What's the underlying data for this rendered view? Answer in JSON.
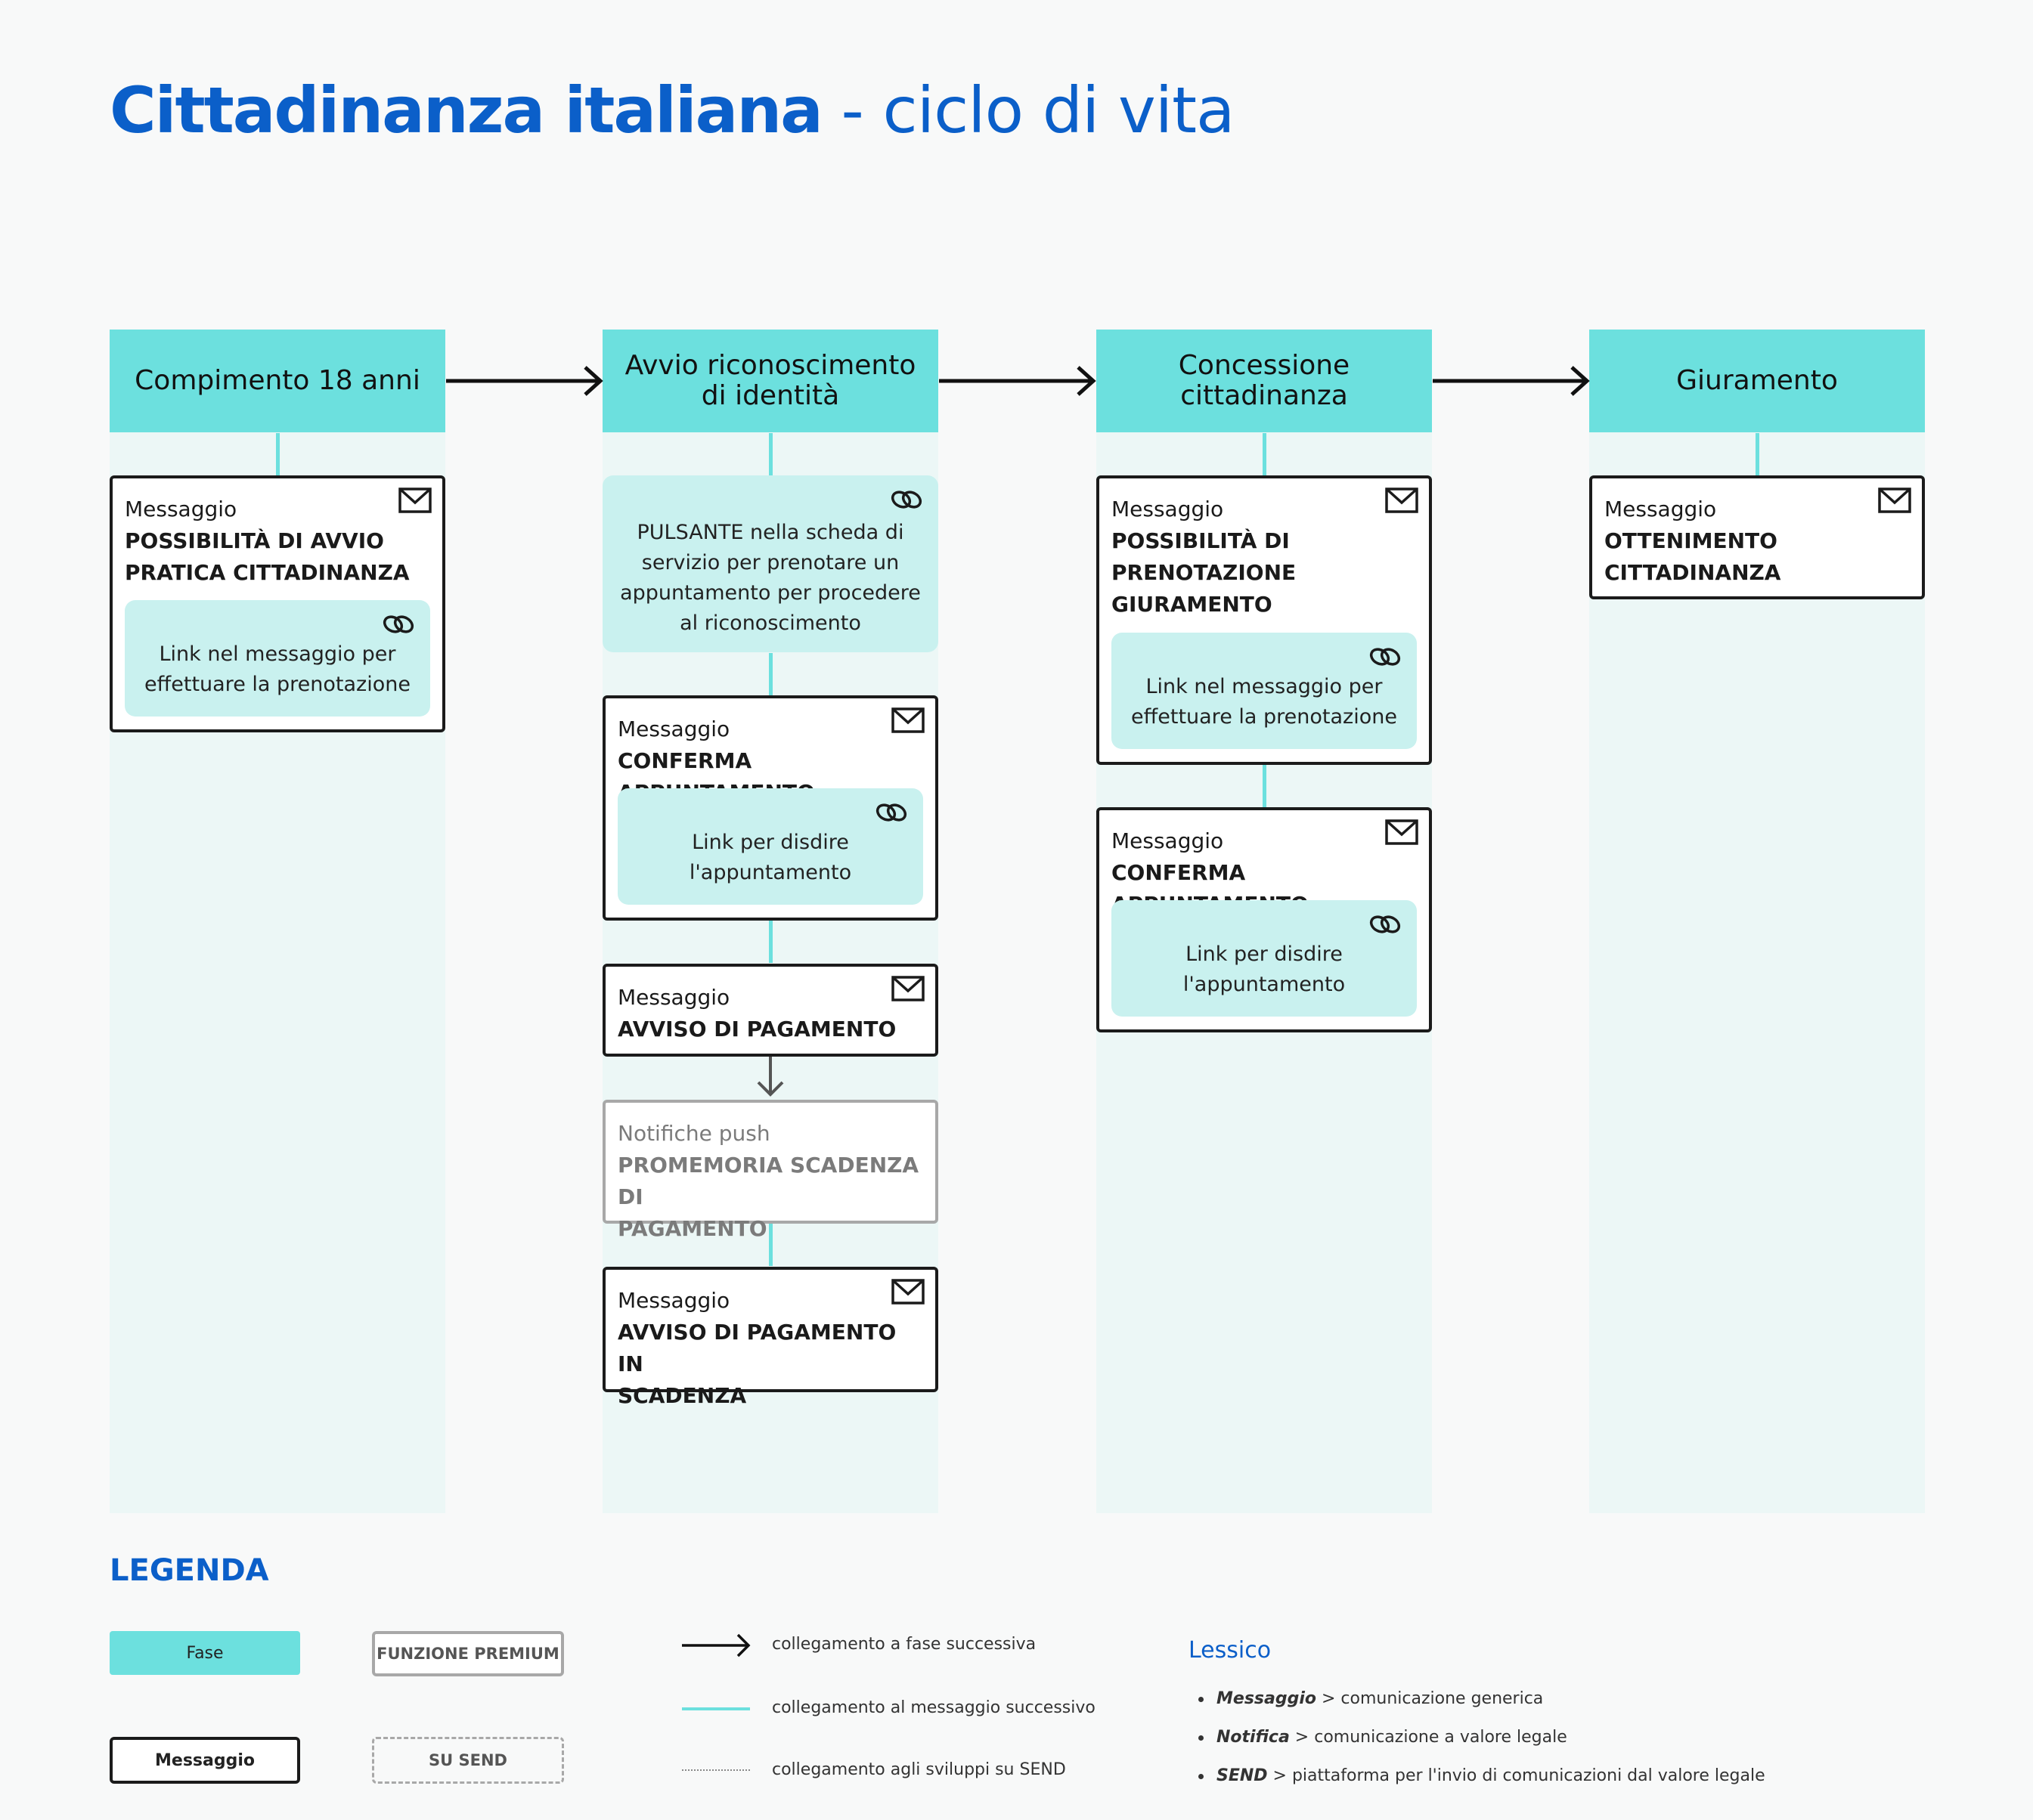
{
  "title": {
    "bold": "Cittadinanza italiana",
    "light": " - ciclo di vita"
  },
  "phases": [
    {
      "label": "Compimento 18 anni"
    },
    {
      "label": "Avvio riconoscimento\ndi identità"
    },
    {
      "label": "Concessione cittadinanza"
    },
    {
      "label": "Giuramento"
    }
  ],
  "col1": {
    "msg1": {
      "type": "Messaggio",
      "name": "POSSIBILITÀ DI AVVIO\nPRATICA CITTADINANZA",
      "link": "Link nel messaggio per\neffettuare la prenotazione"
    }
  },
  "col2": {
    "button_card": "PULSANTE nella scheda di\nservizio per prenotare un\nappuntamento per procedere\nal riconoscimento",
    "msg1": {
      "type": "Messaggio",
      "name": "CONFERMA APPUNTAMENTO",
      "link": "Link per disdire\nl'appuntamento"
    },
    "msg2": {
      "type": "Messaggio",
      "name": "AVVISO DI PAGAMENTO"
    },
    "push": {
      "type": "Notifiche push",
      "name": "PROMEMORIA SCADENZA DI\nPAGAMENTO"
    },
    "msg3": {
      "type": "Messaggio",
      "name": "AVVISO DI PAGAMENTO IN\nSCADENZA"
    }
  },
  "col3": {
    "msg1": {
      "type": "Messaggio",
      "name": "POSSIBILITÀ DI\nPRENOTAZIONE\nGIURAMENTO",
      "link": "Link nel messaggio per\neffettuare la prenotazione"
    },
    "msg2": {
      "type": "Messaggio",
      "name": "CONFERMA APPUNTAMENTO",
      "link": "Link per disdire\nl'appuntamento"
    }
  },
  "col4": {
    "msg1": {
      "type": "Messaggio",
      "name": "OTTENIMENTO\nCITTADINANZA"
    }
  },
  "legend": {
    "title": "LEGENDA",
    "fase": "Fase",
    "messaggio": "Messaggio",
    "premium": "FUNZIONE PREMIUM",
    "send": "SU SEND",
    "arrow_desc": "collegamento a fase successiva",
    "line_desc": "collegamento al messaggio successivo",
    "dotted_desc": "collegamento agli sviluppi su SEND",
    "lessico_title": "Lessico",
    "lessico": [
      {
        "term": "Messaggio",
        "sep": " > ",
        "desc": "comunicazione generica"
      },
      {
        "term": "Notifica",
        "sep": " > ",
        "desc": "comunicazione a valore legale"
      },
      {
        "term": "SEND",
        "sep": " > ",
        "desc": "piattaforma per  l'invio di comunicazioni dal valore legale"
      }
    ]
  },
  "colors": {
    "brand_blue": "#0b5fc9",
    "phase_teal": "#6ce0de",
    "link_card": "#c9f1ef",
    "column_bg": "#ecf7f6",
    "premium_grey": "#a8a8a8"
  },
  "icons": [
    "envelope-icon",
    "link-chain-icon",
    "arrow-right-icon",
    "arrow-down-icon"
  ]
}
